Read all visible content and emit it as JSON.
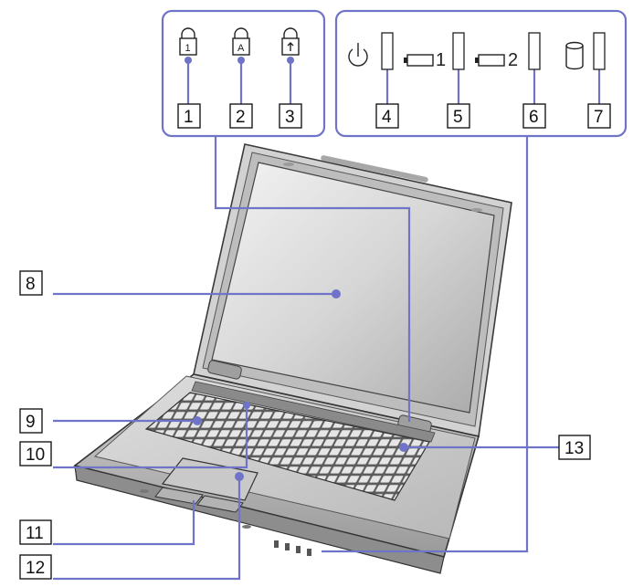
{
  "callouts": [
    {
      "id": "1",
      "label": "1"
    },
    {
      "id": "2",
      "label": "2"
    },
    {
      "id": "3",
      "label": "3"
    },
    {
      "id": "4",
      "label": "4"
    },
    {
      "id": "5",
      "label": "5"
    },
    {
      "id": "6",
      "label": "6"
    },
    {
      "id": "7",
      "label": "7"
    },
    {
      "id": "8",
      "label": "8"
    },
    {
      "id": "9",
      "label": "9"
    },
    {
      "id": "10",
      "label": "10"
    },
    {
      "id": "11",
      "label": "11"
    },
    {
      "id": "12",
      "label": "12"
    },
    {
      "id": "13",
      "label": "13"
    }
  ],
  "indicator_glyphs": {
    "num_lock": "1",
    "caps_lock": "A",
    "battery_1": "1",
    "battery_2": "2"
  },
  "icons": {
    "num_lock": "num-lock-icon",
    "caps_lock": "caps-lock-icon",
    "scroll_lock": "scroll-lock-icon",
    "power": "power-icon",
    "battery_1": "battery-icon",
    "battery_2": "battery-icon",
    "drive": "hard-disk-icon"
  },
  "colors": {
    "leader": "#6f74c9",
    "outline": "#1a1a1a"
  }
}
